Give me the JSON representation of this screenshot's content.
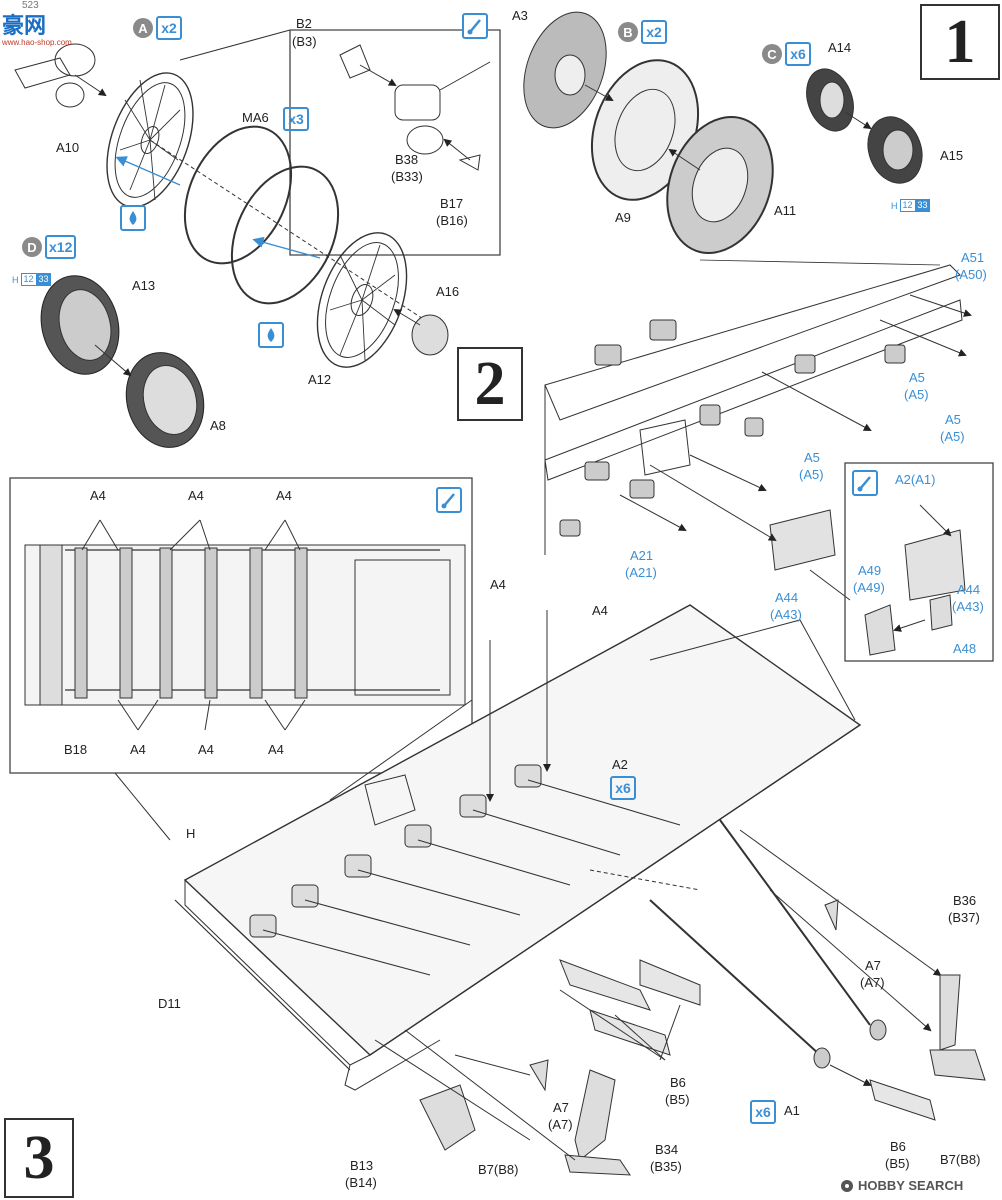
{
  "steps": {
    "s1": "1",
    "s2": "2",
    "s3": "3"
  },
  "badges": {
    "a": {
      "letter": "A",
      "qty": "x2"
    },
    "b": {
      "letter": "B",
      "qty": "x2"
    },
    "c": {
      "letter": "C",
      "qty": "x6"
    },
    "d": {
      "letter": "D",
      "qty": "x12"
    },
    "ma6": {
      "qty": "x3"
    },
    "a2": {
      "qty": "x6"
    },
    "a1": {
      "qty": "x6"
    }
  },
  "paint": {
    "h": "H",
    "c1": "12",
    "c2": "33"
  },
  "watermark": {
    "left": "豪网",
    "left_sub": "www.hao-shop.com",
    "right": "HOBBY SEARCH",
    "corner": "523"
  },
  "labels": {
    "B2": "B2",
    "B3": "(B3)",
    "A10": "A10",
    "MA6": "MA6",
    "B38": "B38",
    "B33": "(B33)",
    "B17": "B17",
    "B16": "(B16)",
    "A3": "A3",
    "A9": "A9",
    "A11": "A11",
    "A14": "A14",
    "A15": "A15",
    "A13": "A13",
    "A16": "A16",
    "A12": "A12",
    "A8": "A8",
    "A51": "A51",
    "A50": "(A50)",
    "A5a": "A5",
    "A5a2": "(A5)",
    "A5b": "A5",
    "A5b2": "(A5)",
    "A5c": "A5",
    "A5c2": "(A5)",
    "A2A1": "A2(A1)",
    "A44a": "A44",
    "A43a": "(A43)",
    "A49": "A49",
    "A49b": "(A49)",
    "A48": "A48",
    "A21": "A21",
    "A21b": "(A21)",
    "A44b": "A44",
    "A43b": "(A43)",
    "A4t1": "A4",
    "A4t2": "A4",
    "A4t3": "A4",
    "A4b1": "A4",
    "A4b2": "A4",
    "A4b3": "A4",
    "B18": "B18",
    "A4u1": "A4",
    "A4u2": "A4",
    "A2": "A2",
    "H": "H",
    "D11": "D11",
    "B36": "B36",
    "B37": "(B37)",
    "A7a": "A7",
    "A7a2": "(A7)",
    "A7b": "A7",
    "A7b2": "(A7)",
    "B6a": "B6",
    "B5a": "(B5)",
    "B6b": "B6",
    "B5b": "(B5)",
    "A1": "A1",
    "B34": "B34",
    "B35": "(B35)",
    "B7a": "B7(B8)",
    "B7b": "B7(B8)",
    "B13": "B13",
    "B14": "(B14)"
  }
}
